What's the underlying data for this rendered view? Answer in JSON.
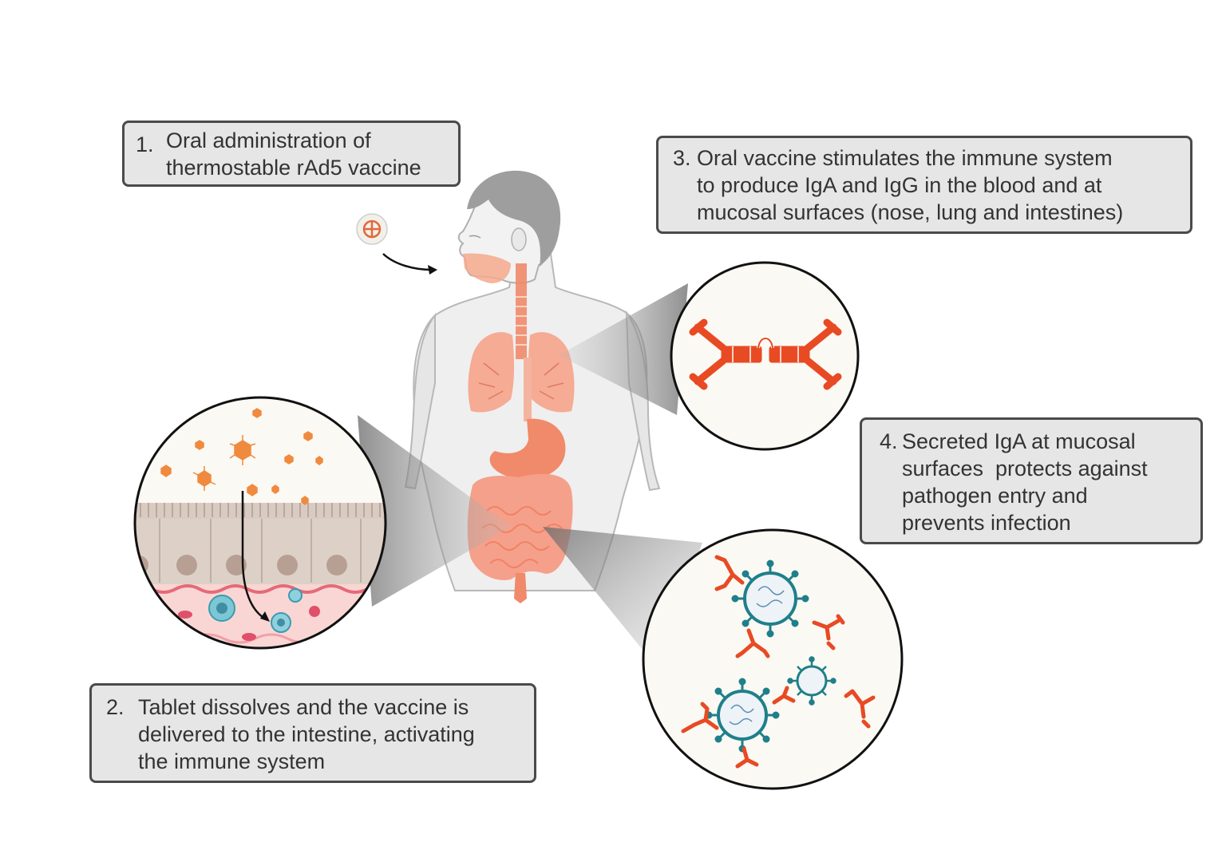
{
  "steps": [
    {
      "number": "1.",
      "lines": [
        "Oral administration of",
        "thermostable rAd5 vaccine"
      ]
    },
    {
      "number": "2.",
      "lines": [
        "Tablet dissolves and the vaccine is",
        "delivered to the intestine, activating",
        "the immune system"
      ]
    },
    {
      "number": "3.",
      "lines": [
        "Oral vaccine stimulates the immune system",
        "to produce IgA and IgG in the blood and at",
        "mucosal surfaces (nose, lung and intestines)"
      ]
    },
    {
      "number": "4.",
      "lines": [
        "Secreted IgA at mucosal",
        "surfaces  protects against",
        "pathogen entry and",
        "prevents infection"
      ]
    }
  ],
  "colors": {
    "box_fill": "#e6e6e6",
    "box_border": "#4a4a4a",
    "text": "#333333",
    "organ": "#f08a6a",
    "antibody": "#e84a24",
    "virus": "#1f7f8a",
    "body_skin": "#efefef",
    "hair": "#9e9e9e"
  }
}
